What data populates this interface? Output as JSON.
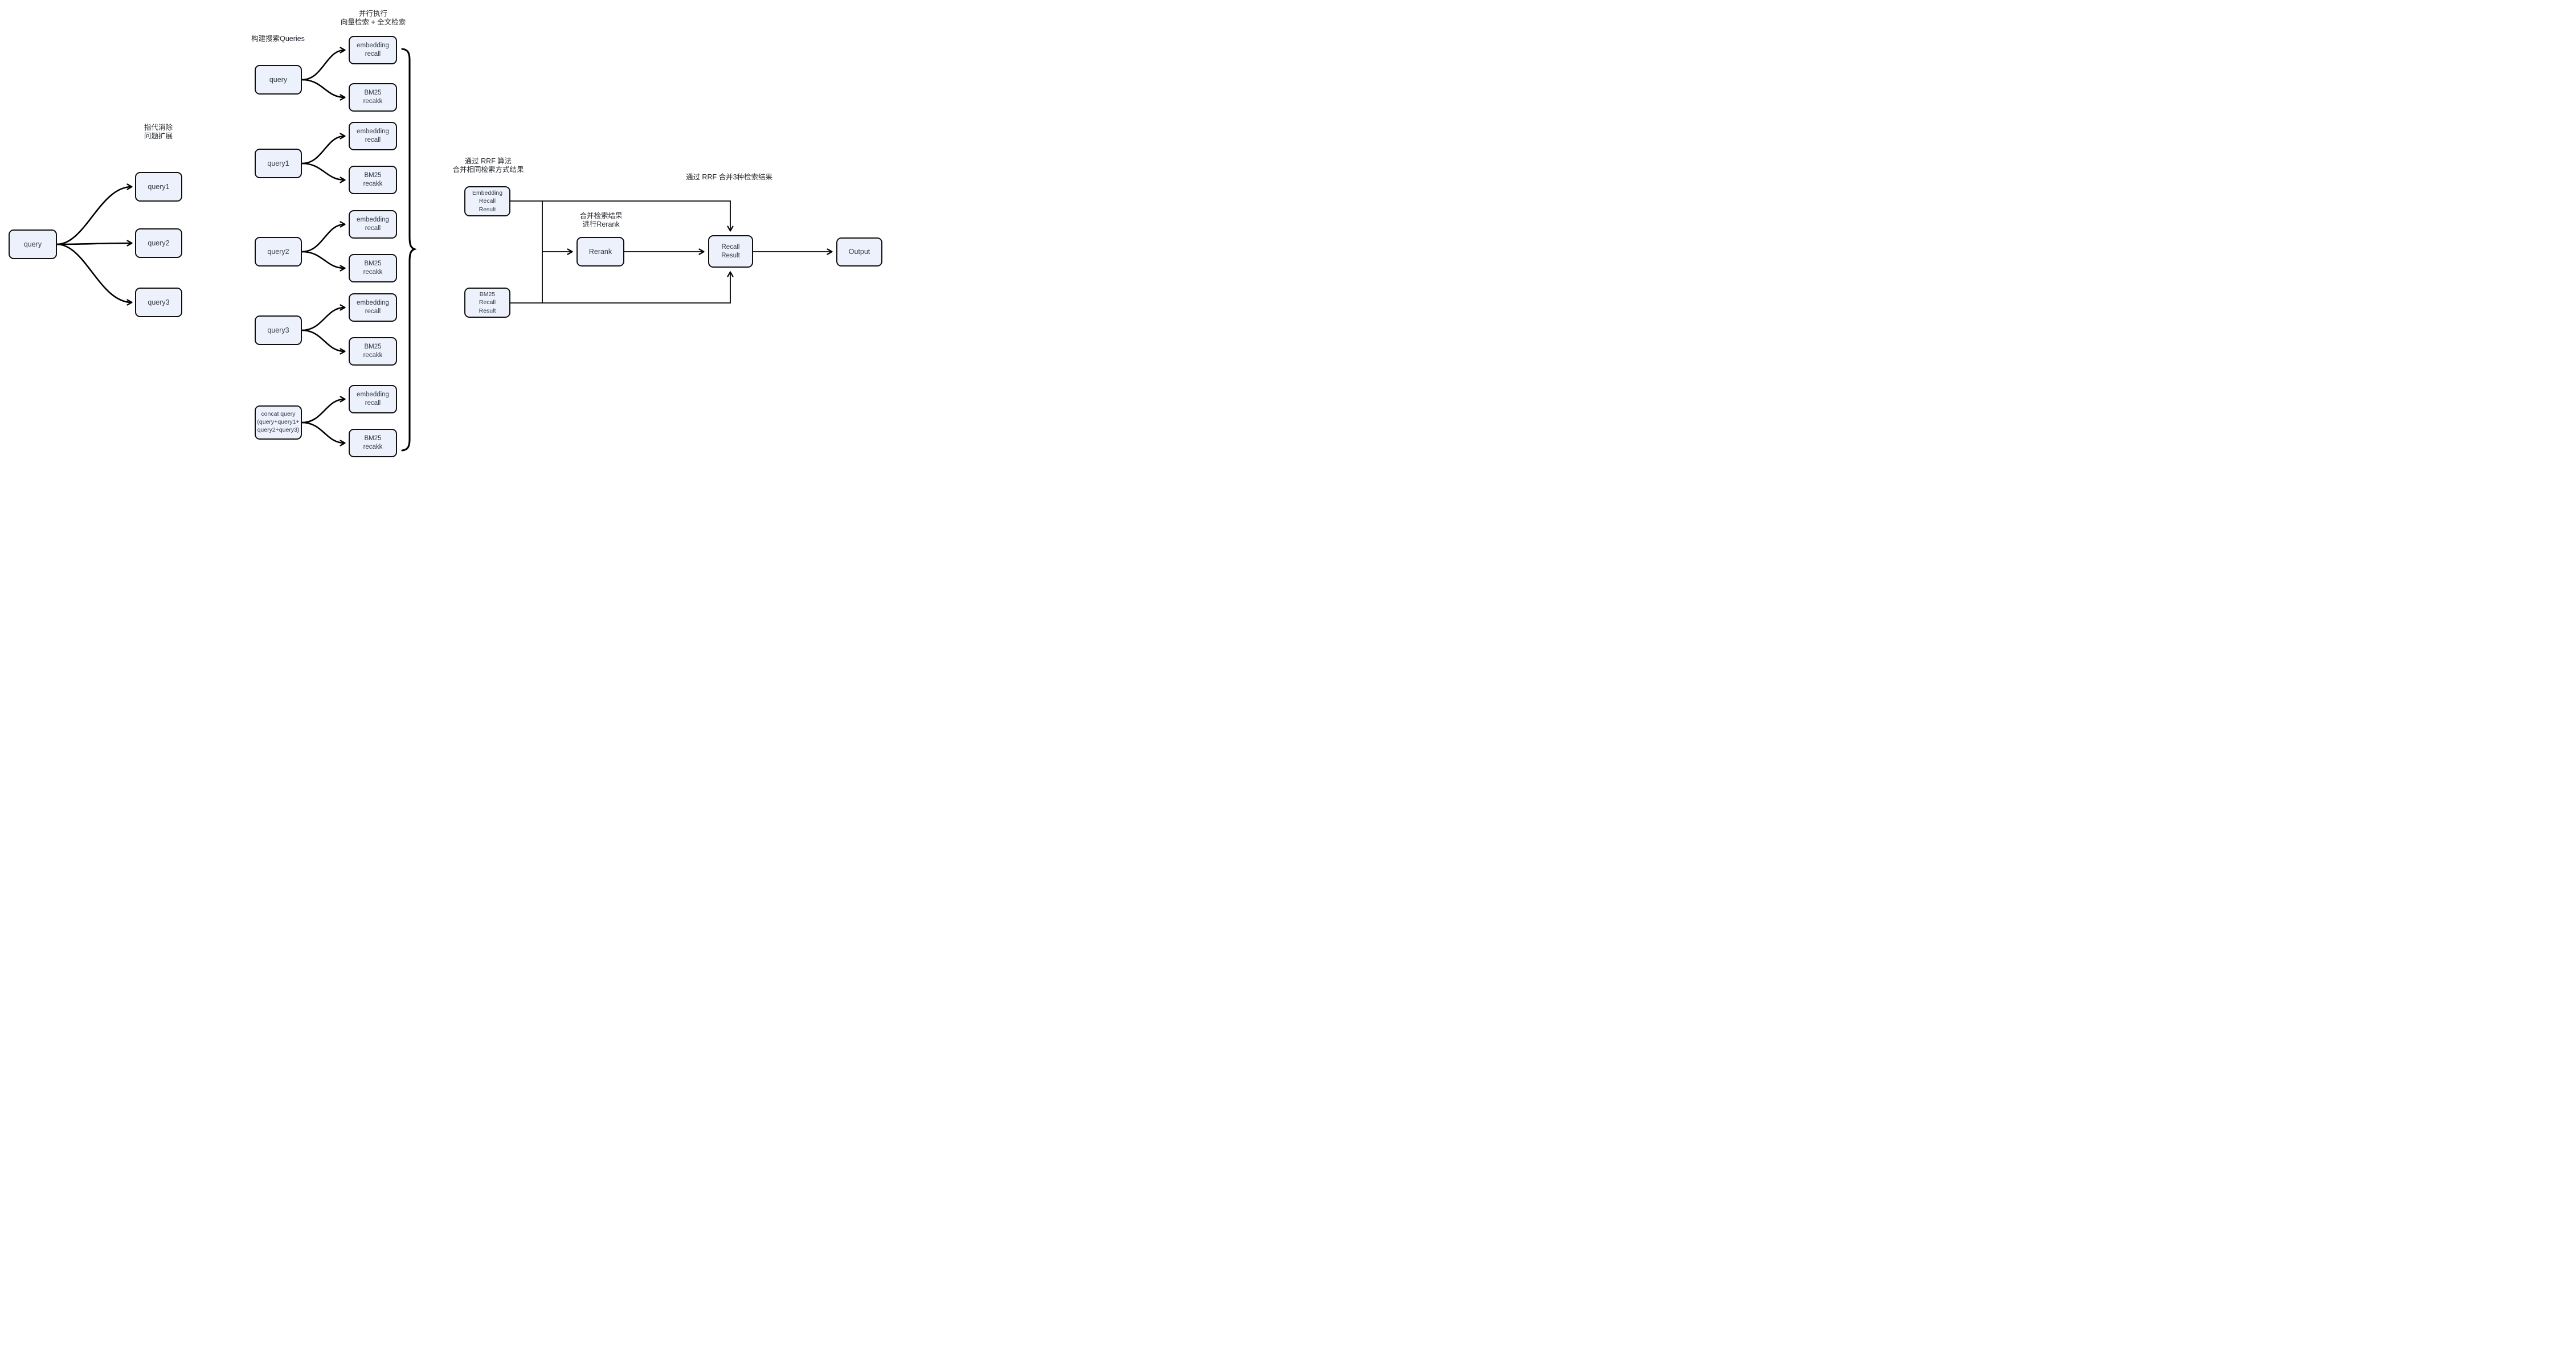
{
  "colors": {
    "background": "#ffffff",
    "node_fill": "#ECF1FB",
    "node_border": "#0f0f0f",
    "node_text": "#343B46",
    "annotation_text": "#25282d",
    "line": "#000000"
  },
  "annotations": {
    "parallel_exec": {
      "lines": [
        "并行执行",
        "向量检索 + 全文检索"
      ]
    },
    "build_queries": {
      "lines": [
        "构建搜索Queries"
      ]
    },
    "coref_expand": {
      "lines": [
        "指代消除",
        "问题扩展"
      ]
    },
    "rrf_same": {
      "lines": [
        "通过 RRF 算法",
        "合并相同检索方式结果"
      ]
    },
    "merge_rerank": {
      "lines": [
        "合并检索结果",
        "进行Rerank"
      ]
    },
    "rrf_merge3": {
      "lines": [
        "通过 RRF 合并3种检索结果"
      ]
    }
  },
  "nodes": {
    "query_root": {
      "label": "query"
    },
    "query1": {
      "label": "query1"
    },
    "query2": {
      "label": "query2"
    },
    "query3": {
      "label": "query3"
    },
    "mid_query": {
      "label": "query"
    },
    "mid_query1": {
      "label": "query1"
    },
    "mid_query2": {
      "label": "query2"
    },
    "mid_query3": {
      "label": "query3"
    },
    "concat_query": {
      "label": [
        "concat query",
        "(query+query1+",
        "query2+query3)"
      ]
    },
    "embedding_recall": {
      "label": [
        "embedding",
        "recall"
      ]
    },
    "bm25_recall": {
      "label": [
        "BM25",
        "recakk"
      ]
    },
    "embedding_result": {
      "label": [
        "Embedding",
        "Recall",
        "Result"
      ]
    },
    "bm25_result": {
      "label": [
        "BM25",
        "Recall",
        "Result"
      ]
    },
    "rerank": {
      "label": "Rerank"
    },
    "recall_result": {
      "label": [
        "Recall",
        "Result"
      ]
    },
    "output": {
      "label": "Output"
    }
  },
  "edges": [
    {
      "from": "query",
      "to": "query1"
    },
    {
      "from": "query",
      "to": "query2"
    },
    {
      "from": "query",
      "to": "query3"
    },
    {
      "from": "query",
      "to": "embedding recall"
    },
    {
      "from": "query",
      "to": "BM25 recakk"
    },
    {
      "from": "query1",
      "to": "embedding recall"
    },
    {
      "from": "query1",
      "to": "BM25 recakk"
    },
    {
      "from": "query2",
      "to": "embedding recall"
    },
    {
      "from": "query2",
      "to": "BM25 recakk"
    },
    {
      "from": "query3",
      "to": "embedding recall"
    },
    {
      "from": "query3",
      "to": "BM25 recakk"
    },
    {
      "from": "concat query",
      "to": "embedding recall"
    },
    {
      "from": "concat query",
      "to": "BM25 recakk"
    },
    {
      "from": "Embedding Recall Result",
      "to": "Rerank"
    },
    {
      "from": "BM25 Recall Result",
      "to": "Rerank"
    },
    {
      "from": "Embedding Recall Result",
      "to": "Recall Result"
    },
    {
      "from": "BM25 Recall Result",
      "to": "Recall Result"
    },
    {
      "from": "Rerank",
      "to": "Recall Result"
    },
    {
      "from": "Recall Result",
      "to": "Output"
    }
  ]
}
